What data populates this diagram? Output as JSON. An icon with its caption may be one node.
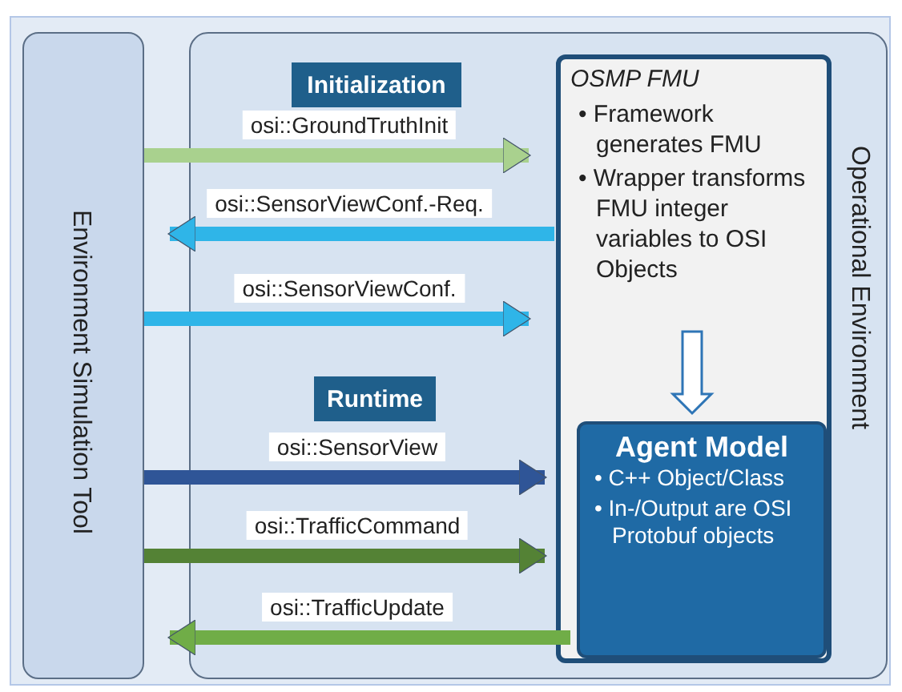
{
  "diagram": {
    "nodes": [
      {
        "text": [
          "Environment Simulation Tool"
        ]
      },
      {
        "text": [
          "Operational Environment"
        ]
      },
      {
        "text": [
          "Initialization"
        ],
        "in": 1
      },
      {
        "text": [
          "OSMP FMU",
          "• Framework generates FMU",
          "• Wrapper transforms FMU integer variables to OSI Objects"
        ],
        "in": 1
      },
      {
        "text": [
          "Runtime"
        ],
        "in": 1
      },
      {
        "text": [
          "Agent Model",
          "• C++ Object/Class",
          "• In-/Output are OSI Protobuf objects"
        ],
        "in": 3
      }
    ],
    "edges": [
      {
        "from": 0,
        "to": 3,
        "arrow": "to",
        "label": "osi::GroundTruthInit",
        "color": "#a9d18e"
      },
      {
        "from": 3,
        "to": 0,
        "arrow": "to",
        "label": "osi::SensorViewConf.-Req.",
        "color": "#2fb5e8"
      },
      {
        "from": 0,
        "to": 3,
        "arrow": "to",
        "label": "osi::SensorViewConf.",
        "color": "#2fb5e8"
      },
      {
        "from": 0,
        "to": 5,
        "arrow": "to",
        "label": "osi::SensorView",
        "color": "#2f5597"
      },
      {
        "from": 0,
        "to": 5,
        "arrow": "to",
        "label": "osi::TrafficCommand",
        "color": "#548235"
      },
      {
        "from": 5,
        "to": 0,
        "arrow": "to",
        "label": "osi::TrafficUpdate",
        "color": "#70ad47"
      },
      {
        "from": 3,
        "to": 5,
        "arrow": "to",
        "color": "#2e75b6"
      }
    ]
  }
}
